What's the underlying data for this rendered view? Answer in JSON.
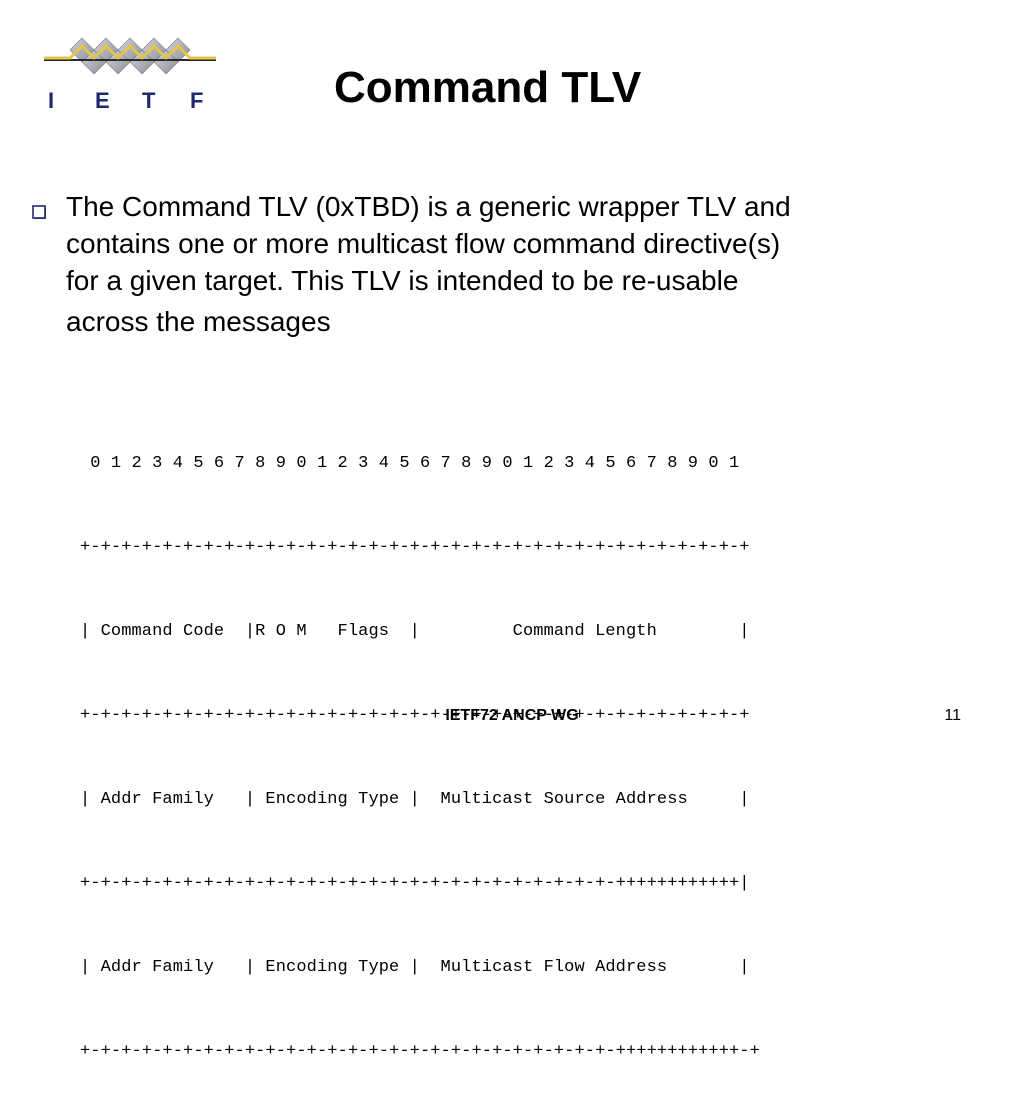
{
  "logo": {
    "letters": [
      "I",
      "E",
      "T",
      "F"
    ],
    "icon": "ietf-logo-icon",
    "colors": {
      "diamond": "#a9a9b3",
      "diamond_shade": "#8c8c96",
      "line": "#e2c64a",
      "text": "#1f2a6e"
    }
  },
  "slide": {
    "title": "Command TLV",
    "bullet": {
      "icon": "square-bullet-icon",
      "color": "#1f2a6e",
      "lines": [
        "The Command TLV (0xTBD) is a generic wrapper TLV and",
        "contains one or more multicast flow command directive(s)",
        "for a given target. This TLV is intended to be re-usable",
        "across the messages"
      ]
    },
    "diagram": [
      " 0 1 2 3 4 5 6 7 8 9 0 1 2 3 4 5 6 7 8 9 0 1 2 3 4 5 6 7 8 9 0 1",
      "+-+-+-+-+-+-+-+-+-+-+-+-+-+-+-+-+-+-+-+-+-+-+-+-+-+-+-+-+-+-+-+-+",
      "| Command Code  |R O M   Flags  |         Command Length        |",
      "+-+-+-+-+-+-+-+-+-+-+-+-+-+-+-+-+-+-+-+-+-+-+-+-+-+-+-+-+-+-+-+-+",
      "| Addr Family   | Encoding Type |  Multicast Source Address     |",
      "+-+-+-+-+-+-+-+-+-+-+-+-+-+-+-+-+-+-+-+-+-+-+-+-+-+-++++++++++++|",
      "| Addr Family   | Encoding Type |  Multicast Flow Address       |",
      "+-+-+-+-+-+-+-+-+-+-+-+-+-+-+-+-+-+-+-+-+-+-+-+-+-+-++++++++++++-+"
    ]
  },
  "footer": {
    "center_text": "IETF72 ANCP WG",
    "page_number": "11"
  }
}
